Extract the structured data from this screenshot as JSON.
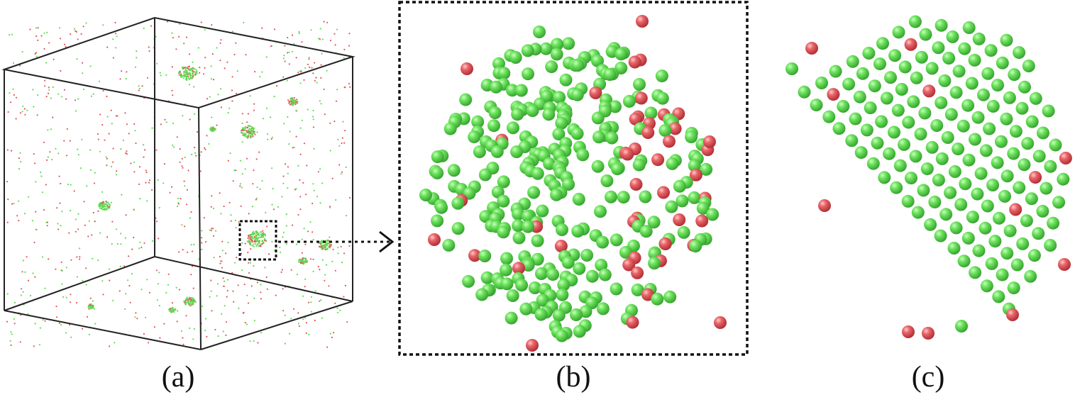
{
  "figure": {
    "panels": [
      {
        "id": "a",
        "caption": "(a)"
      },
      {
        "id": "b",
        "caption": "(b)"
      },
      {
        "id": "c",
        "caption": "(c)"
      }
    ],
    "colors": {
      "atom_green": "#5fdc52",
      "atom_green_shade": "#2f9a2a",
      "atom_red": "#e0575a",
      "atom_red_shade": "#a8282e",
      "box_line": "#222222"
    },
    "legend_icons": [
      "green-atom-icon",
      "red-atom-icon",
      "dotted-arrow-icon"
    ]
  }
}
